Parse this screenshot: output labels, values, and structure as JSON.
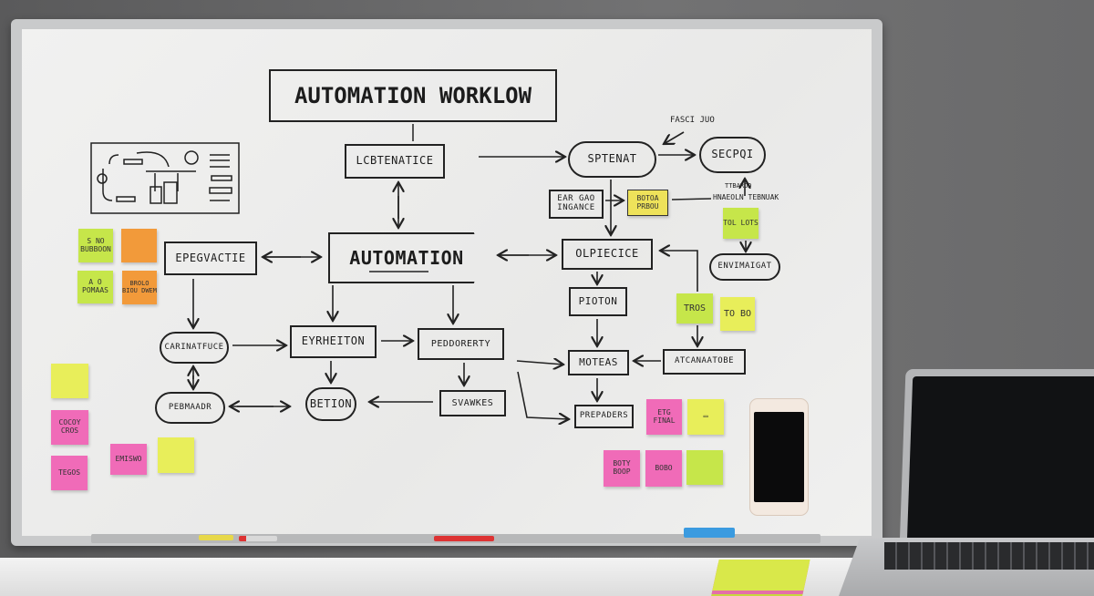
{
  "title": "AUTOMATION WORKLOW",
  "nodes": {
    "lcbtenatice": "LCBTENATICE",
    "automation": "AUTOMATION",
    "epegvactie": "EPEGVACTIE",
    "carinatfuce": "CARINATFUCE",
    "eyrheiton": "EYRHEITON",
    "peddorerty": "PEDDORERTY",
    "pebmaador": "PEBMAADR",
    "betion": "BETION",
    "svawkes": "SVAWKES",
    "sptenat": "SPTENAT",
    "secpqi": "SECPQI",
    "ear_gao": "EAR GAO INGANCE",
    "olpiecice": "OLPIECICE",
    "pioton": "PIOTON",
    "moteas": "MOTEAS",
    "atcanaatobe": "ATCANAATOBE",
    "prepaders": "PREPADERS",
    "envimaigat": "ENVIMAIGAT"
  },
  "annotations": {
    "fasci": "FASCI JUO",
    "ttbarod": "TTBAROD",
    "hnaeoln": "HNAEOLN TEBNUAK"
  },
  "notes": {
    "botoa": "BOTOA PRBOU",
    "tol": "TOL LOTS",
    "tros": "TROS",
    "tobo": "TO BO",
    "etg": "ETG FINAL",
    "box": "▭",
    "pink_a": "BOTY BOOP",
    "pink_b": "BOBO",
    "s_no": "S NO BUBBOON",
    "ao": "A O POMAAS",
    "orange_b": "BROLO BIOU DWEM",
    "cocoy": "COCOY CROS",
    "tegos": "TEGOS",
    "emiswo": "EMISWO"
  },
  "colors": {
    "green": "#c6e64a",
    "orange": "#f29a3a",
    "yellow": "#e8ee5a",
    "pink": "#f06bb8",
    "ink": "#1c1c1c"
  }
}
